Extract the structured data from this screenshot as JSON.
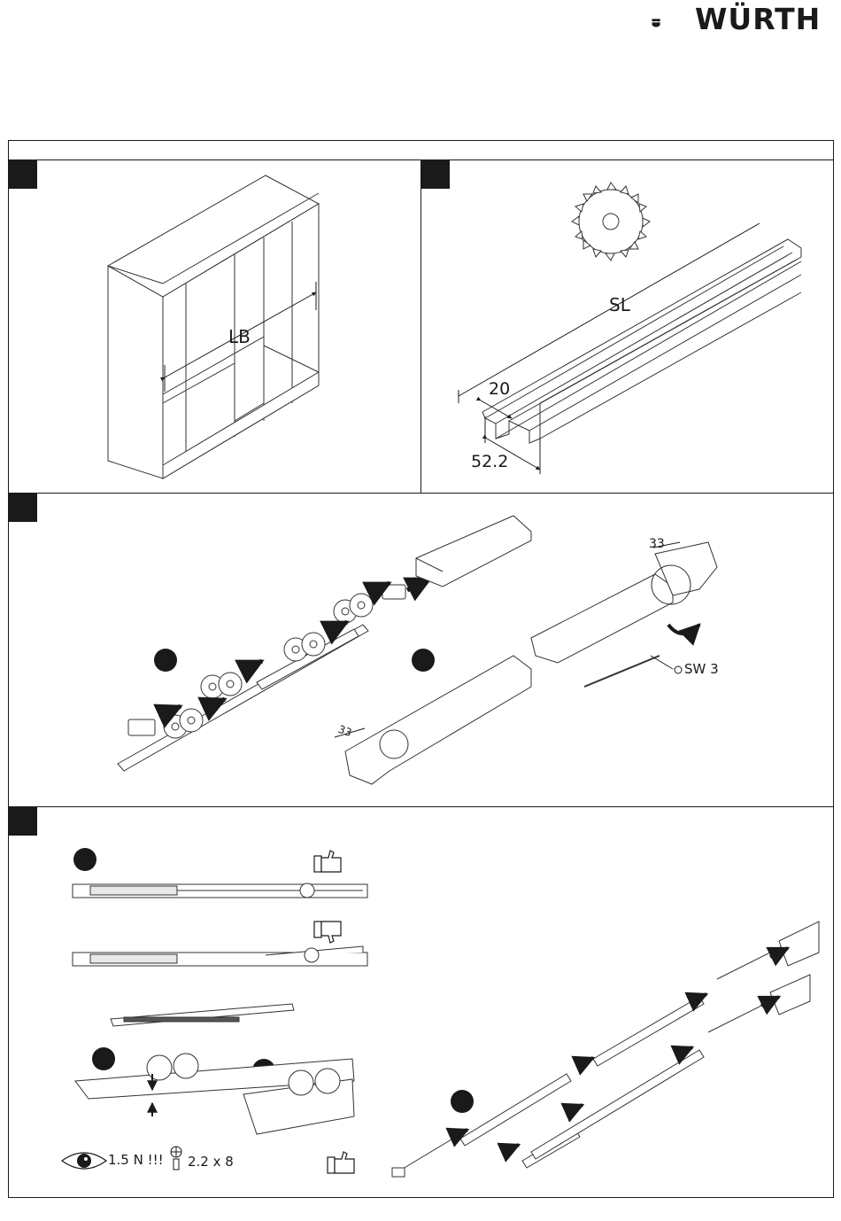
{
  "brand": {
    "name": "WÜRTH",
    "color": "#1a1a1a"
  },
  "panel1": {
    "dimension_label": "LB"
  },
  "panel2": {
    "length_label": "SL",
    "width_label": "20",
    "depth_label": "52.2"
  },
  "panel3": {
    "offset_label_a": "33",
    "offset_label_b": "33",
    "wrench_label": "SW 3"
  },
  "panel4": {
    "force_label": "1.5 N !!!",
    "screw_label": "2.2 x 8"
  },
  "icons": [
    "saw-blade-icon",
    "eye-icon",
    "thumbs-up-icon",
    "thumbs-down-icon",
    "screw-icon",
    "rotate-arrow-icon"
  ]
}
